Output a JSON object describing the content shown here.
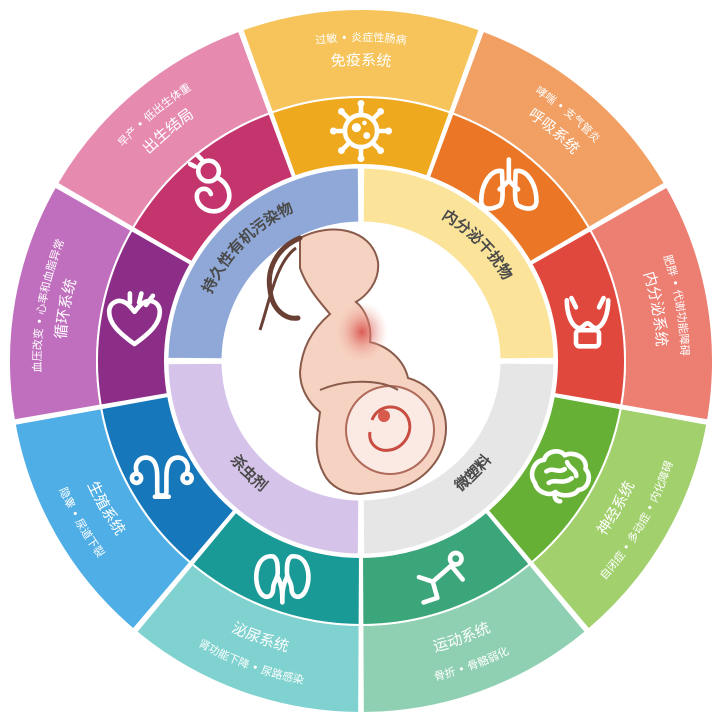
{
  "sectors": [
    {
      "key": "immune",
      "detail": "过敏 • 炎症性肠病",
      "system": "免疫系统",
      "icon": "virus-icon",
      "outer": "#f6c45a",
      "inner": "#efa91f"
    },
    {
      "key": "respiratory",
      "detail": "哮喘 • 支气管炎",
      "system": "呼吸系统",
      "icon": "lungs-icon",
      "outer": "#f29f63",
      "inner": "#ea7626"
    },
    {
      "key": "endocrine",
      "detail": "肥胖 • 代谢功能障碍",
      "system": "内分泌系统",
      "icon": "thyroid-icon",
      "outer": "#ec7e72",
      "inner": "#e0483e"
    },
    {
      "key": "nervous",
      "detail": "自闭症 • 多动症 • 内化障碍",
      "system": "神经系统",
      "icon": "brain-icon",
      "outer": "#a1d06d",
      "inner": "#66b036"
    },
    {
      "key": "musculoskeletal",
      "detail": "骨折 • 骨骼弱化",
      "system": "运动系统",
      "icon": "skeleton-icon",
      "outer": "#8fd0b2",
      "inner": "#3ba67a"
    },
    {
      "key": "urinary",
      "detail": "肾功能下降 • 尿路感染",
      "system": "泌尿系统",
      "icon": "kidney-icon",
      "outer": "#7fd2cf",
      "inner": "#1a9a96"
    },
    {
      "key": "reproductive",
      "detail": "隐睾 • 尿道下裂",
      "system": "生殖系统",
      "icon": "uterus-icon",
      "outer": "#4faee6",
      "inner": "#1677ba"
    },
    {
      "key": "circulatory",
      "detail": "血压改变 • 心率和血脂异常",
      "system": "循环系统",
      "icon": "heart-icon",
      "outer": "#c06fbe",
      "inner": "#8c2d88"
    },
    {
      "key": "birth",
      "detail": "早产 • 低出生体重",
      "system": "出生结局",
      "icon": "fetus-icon",
      "outer": "#e68ab0",
      "inner": "#c4356e"
    }
  ],
  "chemicals": [
    {
      "key": "pop",
      "label": "持久性有机污染物",
      "color": "#8fa8d8"
    },
    {
      "key": "edc",
      "label": "内分泌干扰物",
      "color": "#fbe49a"
    },
    {
      "key": "microplastic",
      "label": "微塑料",
      "color": "#e6e6e6"
    },
    {
      "key": "pesticide",
      "label": "杀虫剂",
      "color": "#d6c3ea"
    }
  ],
  "center": {
    "icon": "pregnant-woman-icon"
  }
}
